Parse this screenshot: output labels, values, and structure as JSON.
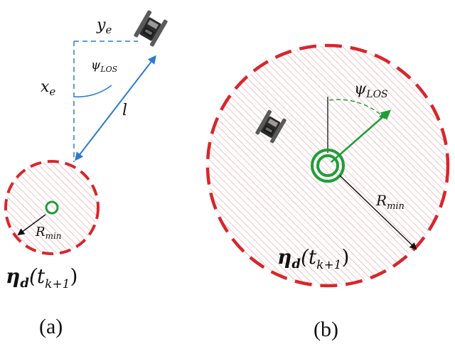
{
  "panel_a": {
    "ye": {
      "base": "y",
      "sub": "e"
    },
    "xe": {
      "base": "x",
      "sub": "e"
    },
    "psi": {
      "base": "ψ",
      "sub": "LOS"
    },
    "l": "l",
    "rmin": {
      "base": "R",
      "sub": "min"
    },
    "eta": {
      "eta": "η",
      "eta_sub": "d",
      "open": "(t",
      "sub": "k+1",
      "close": ")"
    },
    "caption": "(a)"
  },
  "panel_b": {
    "psi": {
      "base": "ψ",
      "sub": "LOS"
    },
    "rmin": {
      "base": "R",
      "sub": "min"
    },
    "eta": {
      "eta": "η",
      "eta_sub": "d",
      "open": "(t",
      "sub": "k+1",
      "close": ")"
    },
    "caption": "(b)"
  },
  "colors": {
    "boundary": "#d8262c",
    "hatch": "#e8a3a6",
    "target": "#1e9e3a",
    "los": "#2a7bd0",
    "ink": "#111111"
  },
  "icons": [
    "robot-icon",
    "target-ring-icon"
  ]
}
